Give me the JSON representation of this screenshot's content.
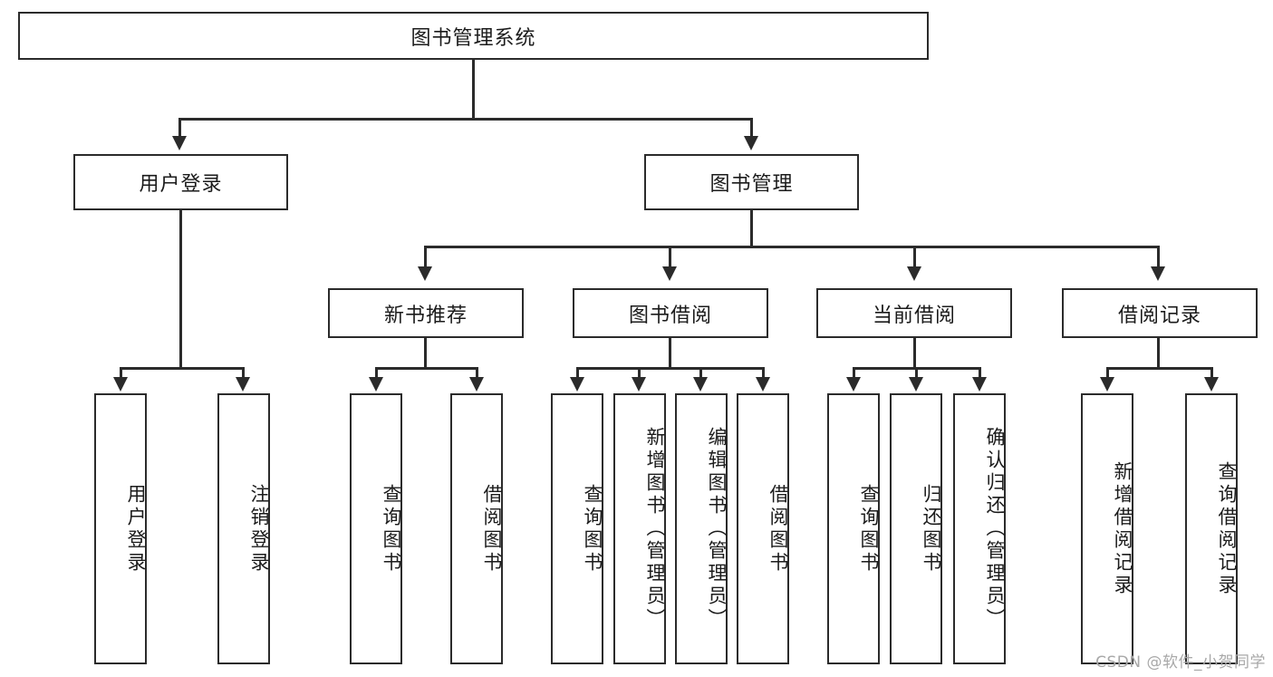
{
  "diagram": {
    "type": "tree-hierarchy",
    "root": {
      "id": "root",
      "label": "图书管理系统"
    },
    "level2": [
      {
        "id": "user-login",
        "label": "用户登录"
      },
      {
        "id": "book-manage",
        "label": "图书管理"
      }
    ],
    "level3": [
      {
        "id": "new-book-recommend",
        "label": "新书推荐",
        "parent": "book-manage"
      },
      {
        "id": "book-borrow",
        "label": "图书借阅",
        "parent": "book-manage"
      },
      {
        "id": "current-borrow",
        "label": "当前借阅",
        "parent": "book-manage"
      },
      {
        "id": "borrow-record",
        "label": "借阅记录",
        "parent": "book-manage"
      }
    ],
    "leaves": [
      {
        "id": "leaf-user-login",
        "label": "用户登录",
        "parent": "user-login"
      },
      {
        "id": "leaf-logout-login",
        "label": "注销登录",
        "parent": "user-login"
      },
      {
        "id": "leaf-query-book-1",
        "label": "查询图书",
        "parent": "new-book-recommend"
      },
      {
        "id": "leaf-borrow-book-1",
        "label": "借阅图书",
        "parent": "new-book-recommend"
      },
      {
        "id": "leaf-query-book-2",
        "label": "查询图书",
        "parent": "book-borrow"
      },
      {
        "id": "leaf-add-book",
        "label": "新增图书（管理员）",
        "parent": "book-borrow"
      },
      {
        "id": "leaf-edit-book",
        "label": "编辑图书（管理员）",
        "parent": "book-borrow"
      },
      {
        "id": "leaf-borrow-book-2",
        "label": "借阅图书",
        "parent": "book-borrow"
      },
      {
        "id": "leaf-query-book-3",
        "label": "查询图书",
        "parent": "current-borrow"
      },
      {
        "id": "leaf-return-book",
        "label": "归还图书",
        "parent": "current-borrow"
      },
      {
        "id": "leaf-confirm-return",
        "label": "确认归还（管理员）",
        "parent": "current-borrow"
      },
      {
        "id": "leaf-add-record",
        "label": "新增借阅记录",
        "parent": "borrow-record"
      },
      {
        "id": "leaf-query-record",
        "label": "查询借阅记录",
        "parent": "borrow-record"
      }
    ],
    "watermark": "CSDN @软件_小贺同学",
    "colors": {
      "border": "#2b2b2b",
      "background": "#ffffff",
      "text": "#1b1b1b",
      "watermark": "#a8a8a8"
    }
  }
}
